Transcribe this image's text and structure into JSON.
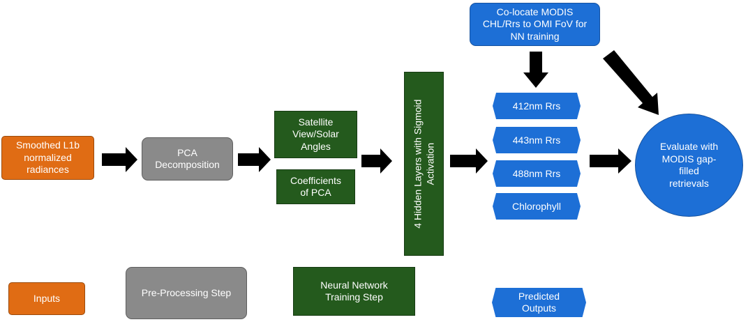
{
  "inputs_box": {
    "line1": "Smoothed L1b",
    "line2": "normalized",
    "line3": "radiances"
  },
  "pca_box": {
    "line1": "PCA",
    "line2": "Decomposition"
  },
  "angles_box": {
    "line1": "Satellite",
    "line2": "View/Solar",
    "line3": "Angles"
  },
  "coefficients_box": {
    "line1": "Coefficients",
    "line2": "of PCA"
  },
  "hidden_layers_box": {
    "line1": "4 Hidden Layers with Sigmoid",
    "line2": "Activation"
  },
  "colocate_box": {
    "line1": "Co-locate MODIS",
    "line2": "CHL/Rrs to OMI FoV for",
    "line3": "NN training"
  },
  "outputs": [
    {
      "label": "412nm Rrs"
    },
    {
      "label": "443nm Rrs"
    },
    {
      "label": "488nm Rrs"
    },
    {
      "label": "Chlorophyll"
    }
  ],
  "evaluate_box": {
    "line1": "Evaluate with",
    "line2": "MODIS gap-",
    "line3": "filled",
    "line4": "retrievals"
  },
  "legend": {
    "inputs": "Inputs",
    "preprocessing": "Pre-Processing Step",
    "training_line1": "Neural Network",
    "training_line2": "Training Step",
    "outputs_line1": "Predicted",
    "outputs_line2": "Outputs"
  },
  "colors": {
    "orange": "#e06c14",
    "gray": "#8a8a8a",
    "green": "#245a1d",
    "blue": "#1d6fd6",
    "arrow": "#000000"
  }
}
